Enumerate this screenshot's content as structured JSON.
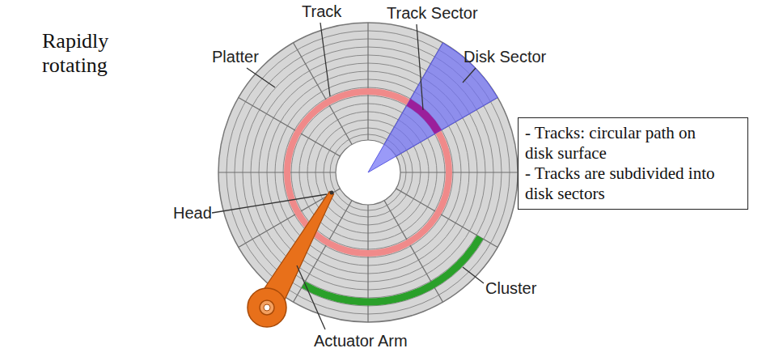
{
  "diagram": {
    "nodes": [
      {
        "text": [
          "- Tracks: circular path on disk surface",
          "- Tracks are subdivided into disk sectors"
        ]
      }
    ],
    "labels": [
      "Rapidly rotating",
      "Track",
      "Track Sector",
      "Platter",
      "Disk Sector",
      "Head",
      "Cluster",
      "Actuator Arm"
    ]
  }
}
